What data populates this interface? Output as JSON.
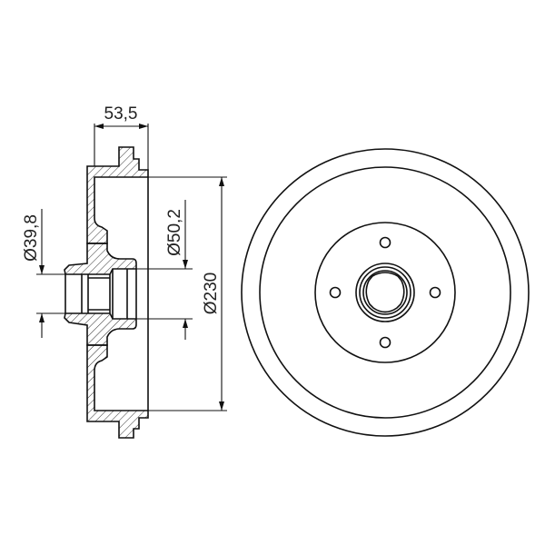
{
  "drawing": {
    "title": "Brake drum technical drawing",
    "line_color": "#111111",
    "background": "#ffffff",
    "side_view": {
      "dimensions": {
        "width": "53,5",
        "bore_diameter": "Ø39,8",
        "hub_diameter": "Ø50,2",
        "drum_diameter": "Ø230"
      }
    },
    "front_view": {
      "bolt_holes": 4,
      "concentric_circles": [
        "outer-rim",
        "inner-braking-surface",
        "hub-flange",
        "center-bore"
      ]
    }
  }
}
